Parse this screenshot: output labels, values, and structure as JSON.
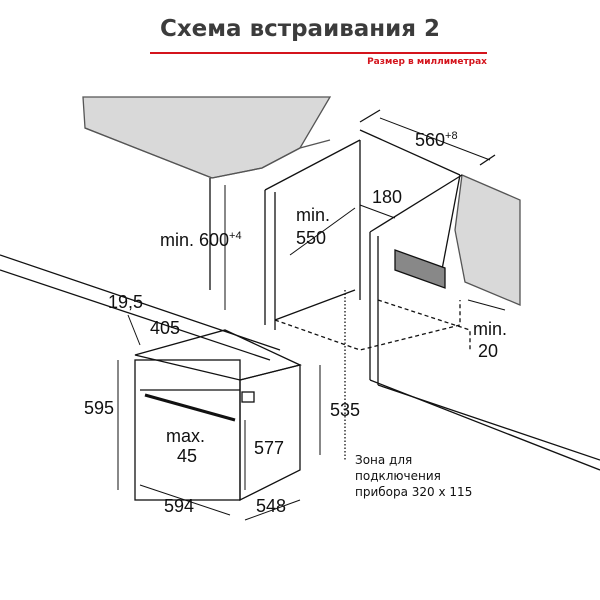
{
  "header": {
    "title": "Схема встраивания 2",
    "subtitle": "Размер в миллиметрах"
  },
  "dimensions": {
    "niche_depth": "560",
    "niche_depth_sup": "+8",
    "vent_gap": "180",
    "niche_height_label": "min. 600",
    "niche_height_sup": "+4",
    "niche_width_line1": "min.",
    "niche_width_line2": "550",
    "panel_offset": "19,5",
    "panel_depth": "405",
    "oven_height": "595",
    "oven_body_height": "535",
    "door_clearance_line1": "max.",
    "door_clearance_line2": "45",
    "inner_height": "577",
    "oven_width": "594",
    "oven_depth": "548",
    "min_gap_line1": "min.",
    "min_gap_line2": "20"
  },
  "note": {
    "line1": "Зона для",
    "line2": "подключения",
    "line3": "прибора 320 x 115"
  },
  "colors": {
    "accent": "#d4141c",
    "title": "#3c3c3c",
    "countertop": "#d9d9d9"
  }
}
